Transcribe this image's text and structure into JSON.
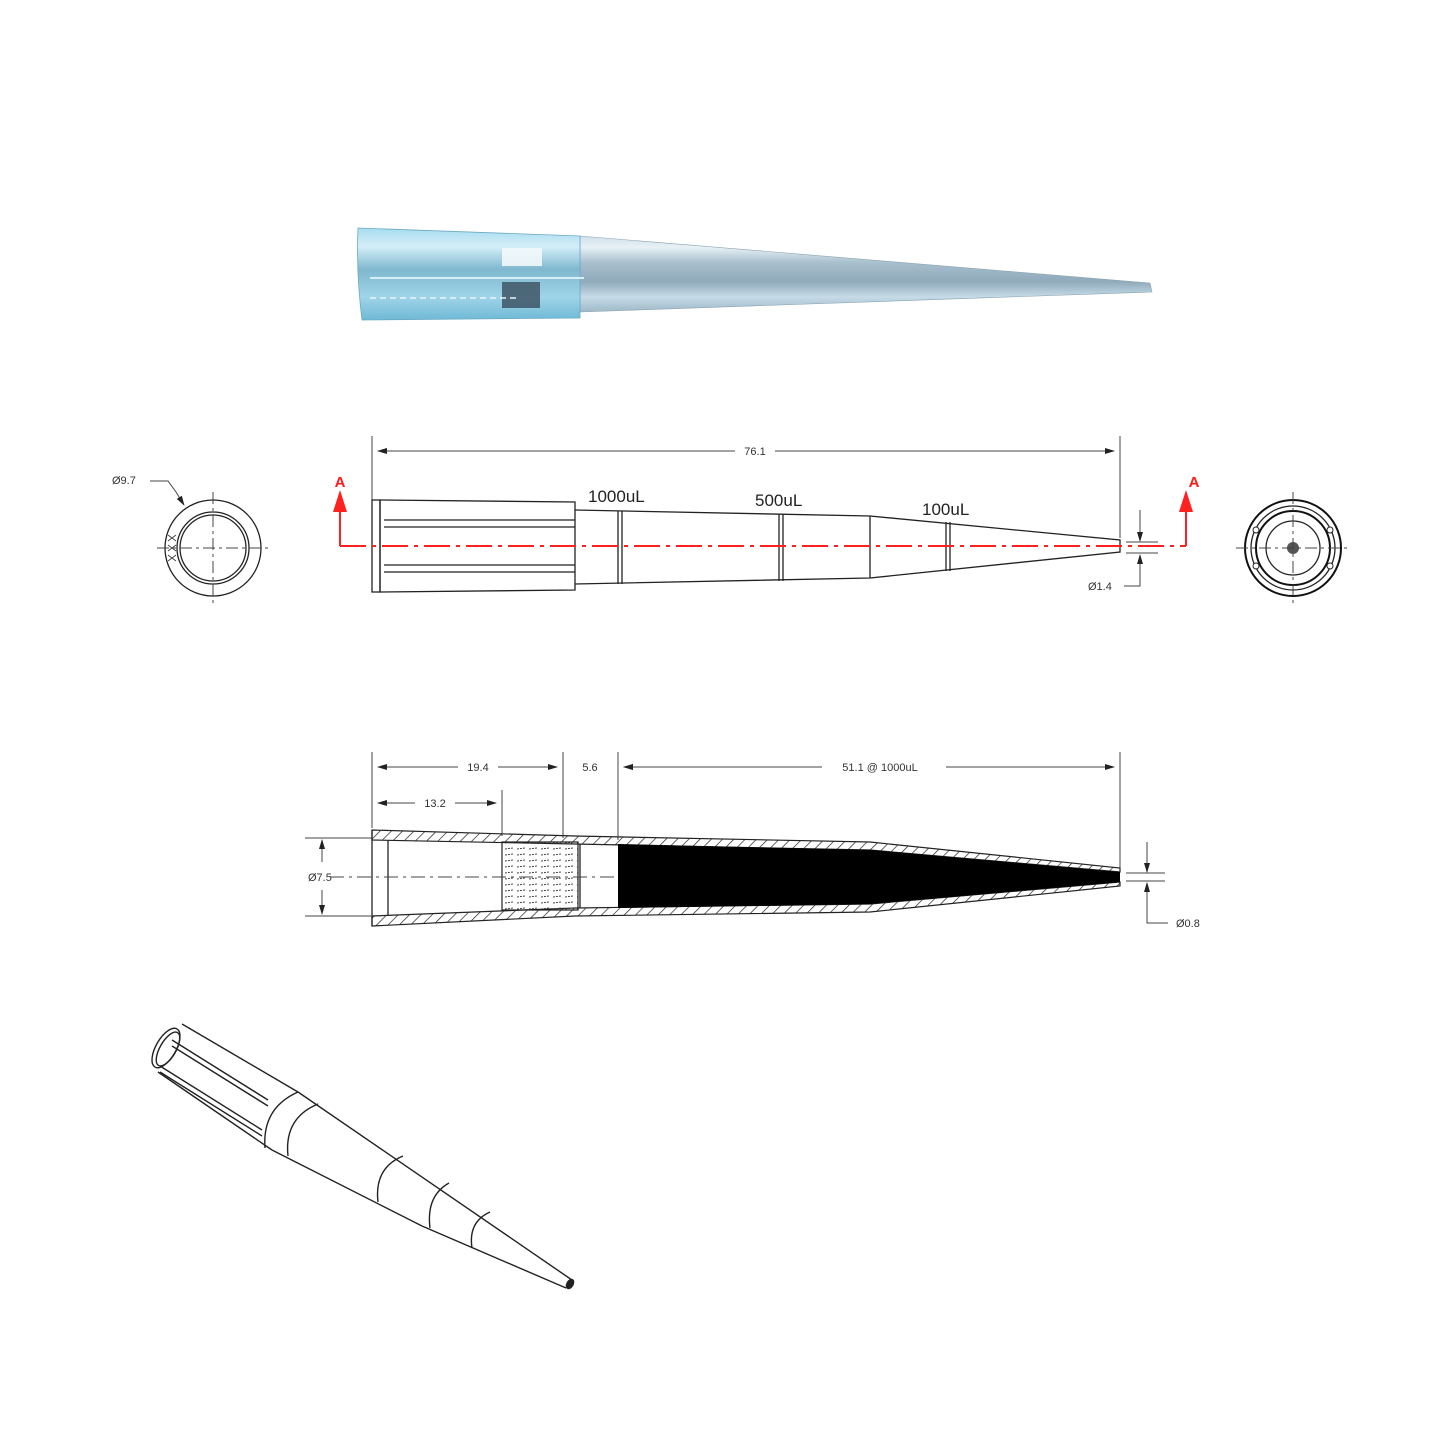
{
  "product_photo": {
    "label": "pipette-tip-photo",
    "body_color": "#a9c4d6",
    "collar_color": "#8fd0ea",
    "filter_color": "#3e5666"
  },
  "side_view": {
    "overall_length": "76.1",
    "graduations": [
      {
        "label": "1000uL"
      },
      {
        "label": "500uL"
      },
      {
        "label": "100uL"
      }
    ],
    "tip_diameter": "Ø1.4",
    "section_marker_left": "A",
    "section_marker_right": "A",
    "section_line_color": "#ff2020"
  },
  "end_views": {
    "left": {
      "outer_diameter": "Ø9.7"
    },
    "right": {}
  },
  "section_view": {
    "dim_collar_length": "19.4",
    "dim_filter_start": "13.2",
    "dim_gap": "5.6",
    "dim_fill_length": "51.1 @ 1000uL",
    "bore_diameter": "Ø7.5",
    "tip_inner_diameter": "Ø0.8"
  },
  "isometric_view": {
    "label": "pipette-tip-isometric"
  }
}
